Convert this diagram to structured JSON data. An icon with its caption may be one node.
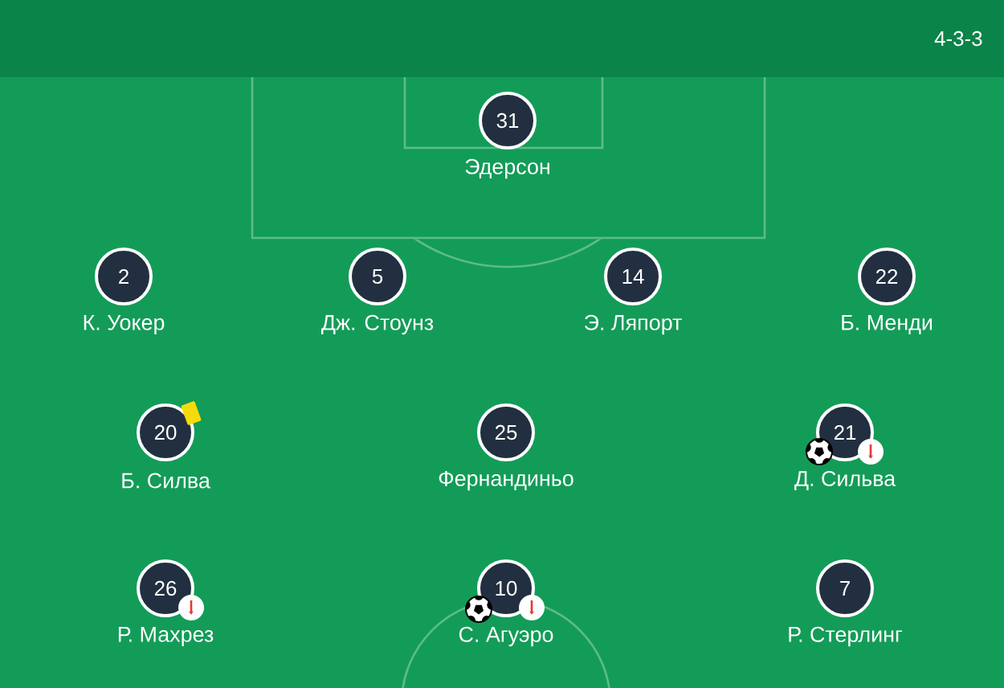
{
  "diagram": {
    "nodes": [
      {
        "text": [
          "31"
        ],
        "beside": [
          "Эдерсон"
        ]
      },
      {
        "text": [
          "2"
        ],
        "beside": [
          "К. Уокер"
        ]
      },
      {
        "text": [
          "5"
        ],
        "beside": [
          "Дж. Стоунз"
        ]
      },
      {
        "text": [
          "14"
        ],
        "beside": [
          "Э. Ляпорт"
        ]
      },
      {
        "text": [
          "22"
        ],
        "beside": [
          "Б. Менди"
        ]
      },
      {
        "text": [
          "20"
        ],
        "beside": [
          "Б. Силва"
        ]
      },
      {
        "text": [
          "25"
        ],
        "beside": [
          "Фернандиньо"
        ]
      },
      {
        "text": [
          "21"
        ],
        "beside": [
          "Д. Сильва"
        ]
      },
      {
        "text": [
          "26"
        ],
        "beside": [
          "Р. Махрез"
        ]
      },
      {
        "text": [
          "10"
        ],
        "beside": [
          "С. Агуэро"
        ]
      },
      {
        "text": [
          "7"
        ],
        "beside": [
          "Р. Стерлинг"
        ]
      }
    ],
    "labels": [
      "4-3-3"
    ]
  }
}
